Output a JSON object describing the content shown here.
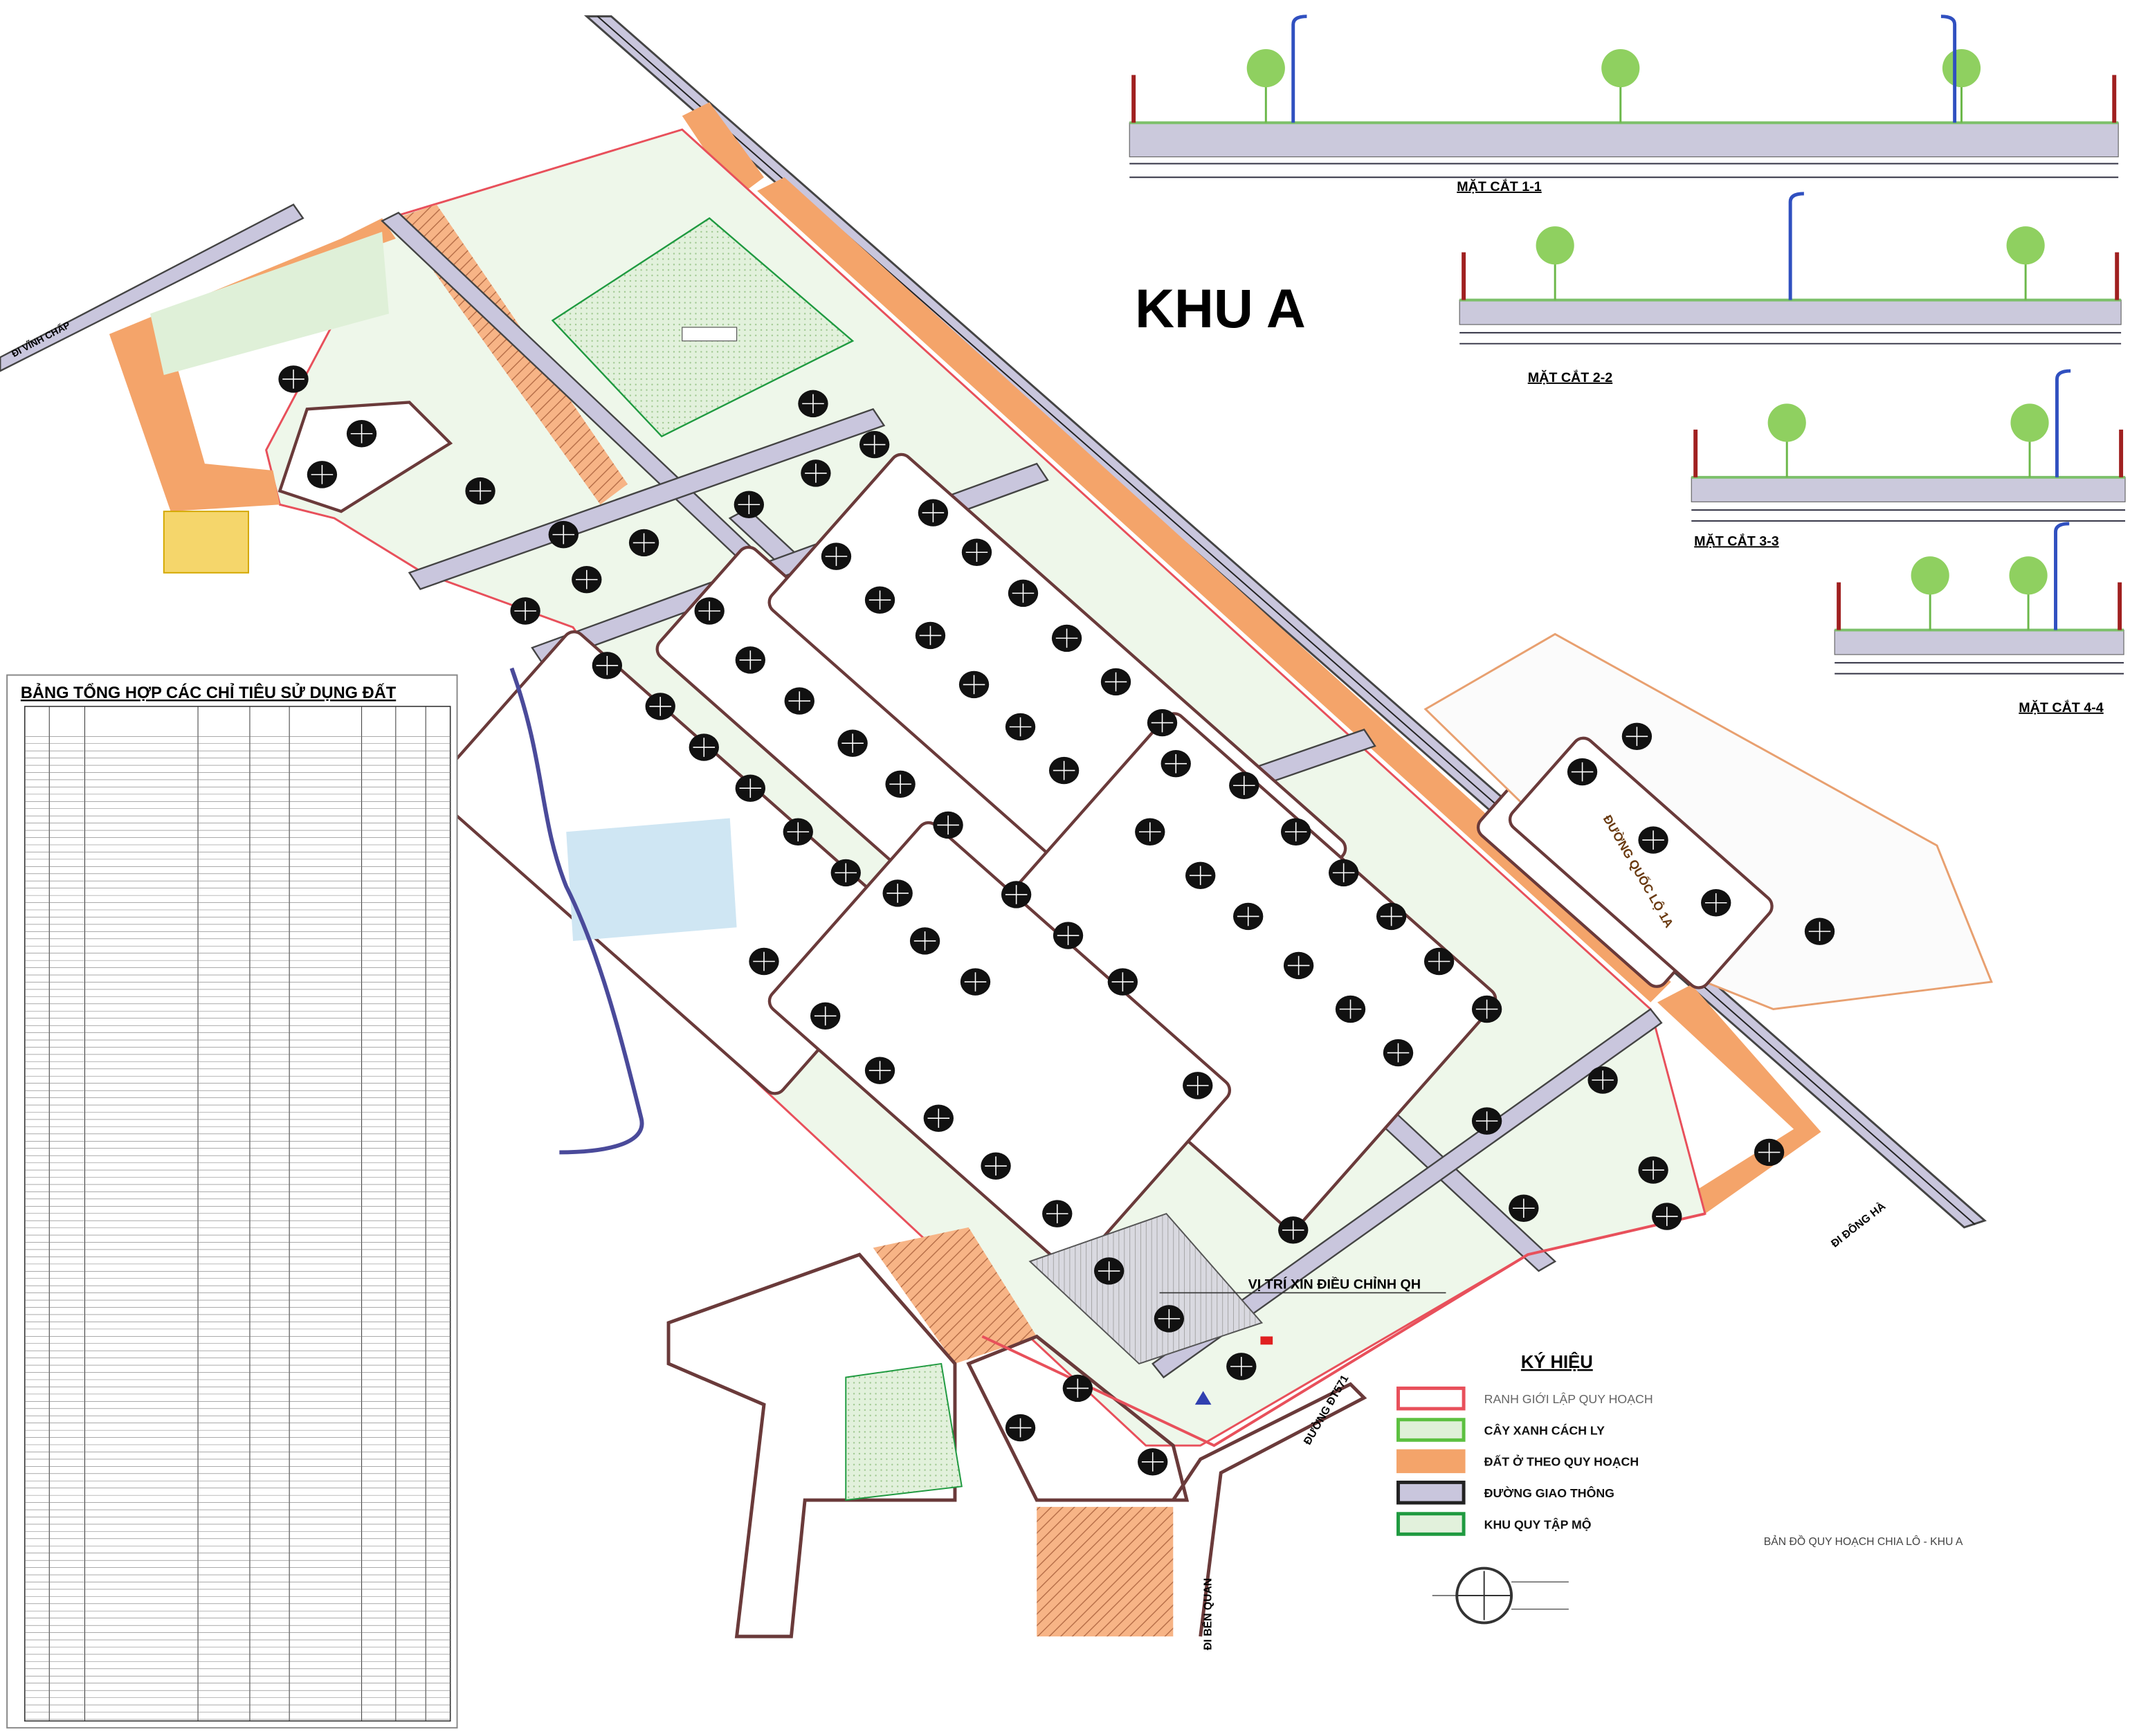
{
  "map": {
    "zone_title": "KHU A",
    "adjust_label": "VỊ TRÍ XIN ĐIỀU CHỈNH QH",
    "road_labels": {
      "vinh_chap": "ĐI VĨNH CHẤP",
      "ql1a": "ĐƯỜNG QUỐC LỘ 1A",
      "dong_ha": "ĐI ĐÔNG HÀ",
      "ben_quan": "ĐI BẾN QUAN",
      "dt571": "ĐƯỜNG ĐT571"
    }
  },
  "sections": [
    {
      "label": "MẶT CẮT 1-1"
    },
    {
      "label": "MẶT CẮT 2-2"
    },
    {
      "label": "MẶT CẮT 3-3"
    },
    {
      "label": "MẶT CẮT 4-4"
    }
  ],
  "table": {
    "title": "BẢNG TỔNG HỢP CÁC CHỈ TIÊU SỬ DỤNG ĐẤT"
  },
  "legend": {
    "title": "KÝ HIỆU",
    "items": [
      {
        "label": "RANH GIỚI LẬP QUY HOẠCH",
        "color": "#e8505b"
      },
      {
        "label": "CÂY XANH CÁCH LY",
        "color": "#5cc040"
      },
      {
        "label": "ĐẤT Ở THEO QUY HOẠCH",
        "color": "#f4a46a"
      },
      {
        "label": "ĐƯỜNG GIAO THÔNG",
        "color": "#222222"
      },
      {
        "label": "KHU QUY TẬP MỘ",
        "color": "#1f9a40"
      }
    ]
  },
  "title_block": {
    "title": "BẢN ĐỒ QUY HOẠCH CHIA LÔ - KHU A"
  },
  "colors": {
    "residential": "#f4a46a",
    "green_buffer": "#dff0d8",
    "road_line": "#333333",
    "road_fill": "#c9c6dd",
    "boundary": "#e8505b",
    "water": "#cfe6f3",
    "lot_symbol": "#111111"
  }
}
